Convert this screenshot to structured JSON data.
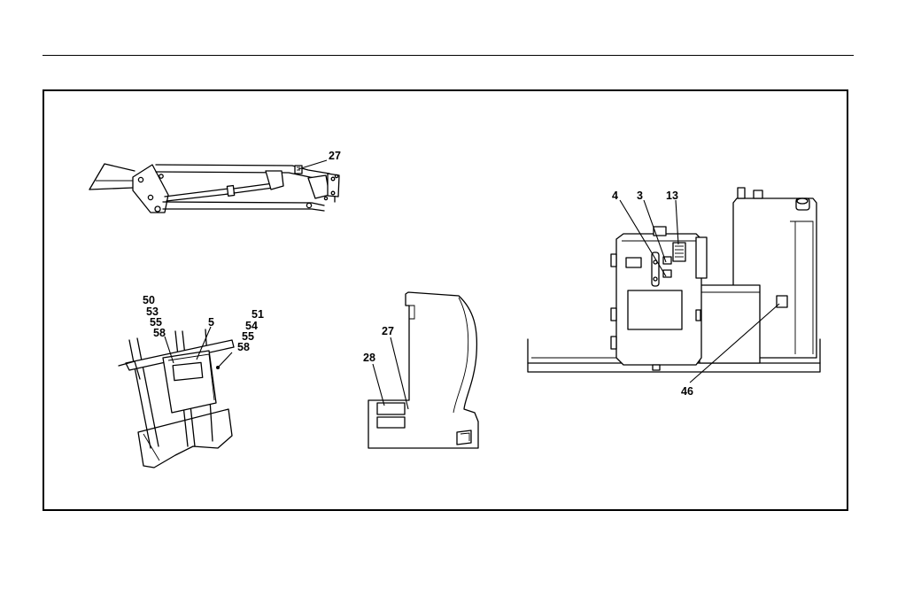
{
  "callouts": {
    "boom_27": "27",
    "decal_4": "4",
    "decal_3": "3",
    "decal_13": "13",
    "decal_46": "46",
    "left_50": "50",
    "left_53": "53",
    "left_55": "55",
    "left_58": "58",
    "left_5": "5",
    "right_51": "51",
    "right_54": "54",
    "right_55": "55",
    "right_58": "58",
    "cover_27": "27",
    "cover_28": "28"
  }
}
